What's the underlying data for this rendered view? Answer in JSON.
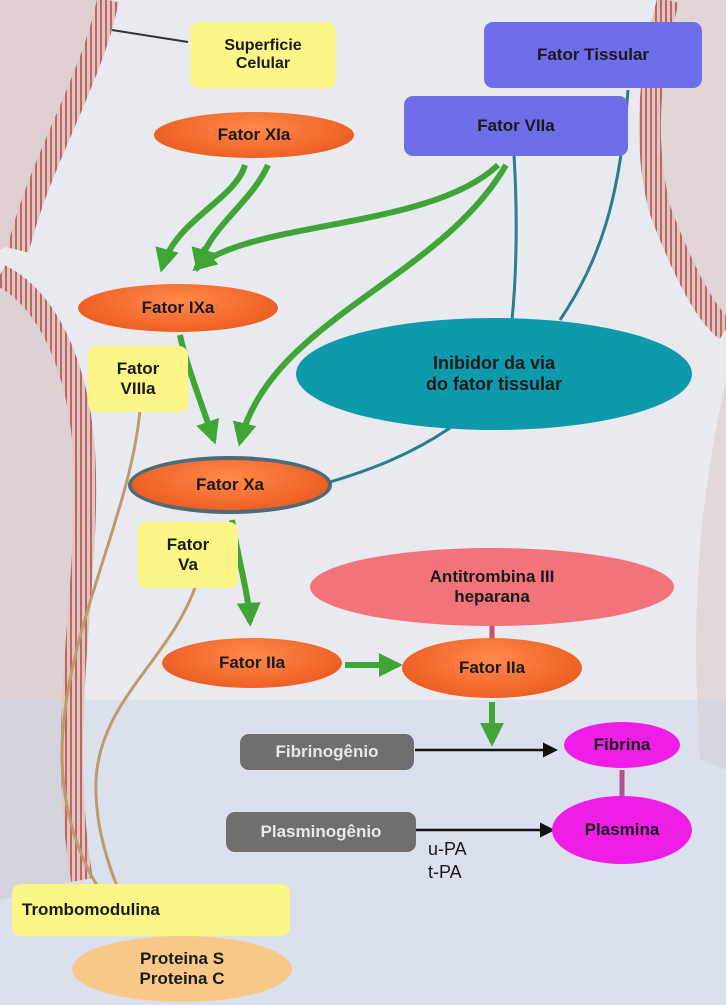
{
  "nodes": {
    "superficie": "Superficie\nCelular",
    "fator_tissular": "Fator Tissular",
    "fator_viia": "Fator VIIa",
    "fator_xia": "Fator XIa",
    "fator_ixa": "Fator IXa",
    "fator_viiia": "Fator\nVIIIa",
    "inibidor": "Inibidor da via\ndo fator tissular",
    "fator_xa": "Fator Xa",
    "fator_va": "Fator\nVa",
    "antitrombina": "Antitrombina III\nheparana",
    "fator_iia_left": "Fator IIa",
    "fator_iia_right": "Fator IIa",
    "fibrinogenio": "Fibrinogênio",
    "fibrina": "Fibrina",
    "plasminogenio": "Plasminogênio",
    "plasmina": "Plasmina",
    "upa": "u-PA\nt-PA",
    "trombomodulina": "Trombomodulina",
    "proteinas": "Proteina S\nProteina C"
  },
  "colors": {
    "orange": "#f2662a",
    "yellow": "#fbf685",
    "blue": "#6e6fe8",
    "teal": "#0f9aac",
    "pink": "#f2747a",
    "magenta": "#ee1ee6",
    "gray": "#6f6f6f",
    "green_arrow": "#3fa535",
    "membrane": "#c07a74"
  }
}
